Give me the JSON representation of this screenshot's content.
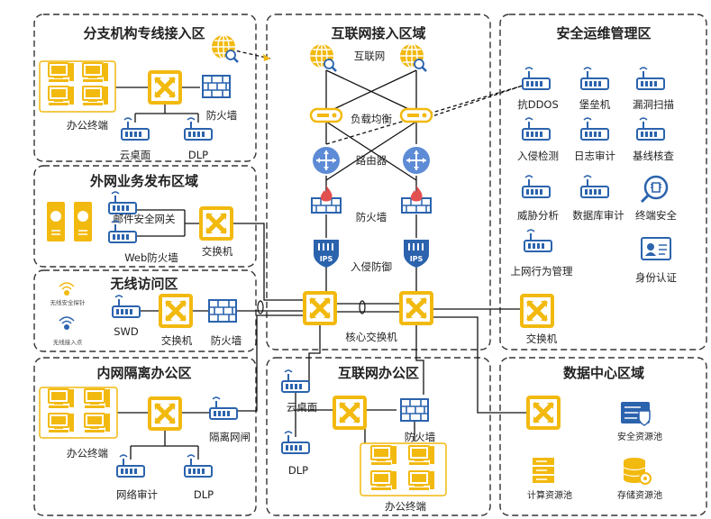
{
  "colors": {
    "yellow": "#f2b90f",
    "blue": "#2b63ad",
    "bg": "#ffffff",
    "border": "#333333"
  },
  "zones": {
    "branch": "分支机构专线接入区",
    "internet_access": "互联网接入区域",
    "security_ops": "安全运维管理区",
    "external_publish": "外网业务发布区域",
    "wireless": "无线访问区",
    "intranet_isolated": "内网隔离办公区",
    "internet_office": "互联网办公区",
    "datacenter": "数据中心区域"
  },
  "labels": {
    "office_terminal": "办公终端",
    "cloud_desktop": "云桌面",
    "dlp": "DLP",
    "firewall": "防火墙",
    "internet": "互联网",
    "load_balance": "负载均衡",
    "router": "路由器",
    "intrusion_defense": "入侵防御",
    "core_switch": "核心交换机",
    "mail_gateway": "邮件安全网关",
    "web_firewall": "Web防火墙",
    "switch": "交换机",
    "swd": "SWD",
    "isolation_gateway": "隔离网闸",
    "network_audit": "网络审计",
    "anti_ddos": "抗DDOS",
    "bastion": "堡垒机",
    "vuln_scan": "漏洞扫描",
    "intrusion_detect": "入侵检测",
    "log_audit": "日志审计",
    "baseline_check": "基线核查",
    "threat_analysis": "威胁分析",
    "db_audit": "数据库审计",
    "endpoint_security": "终端安全",
    "behavior_mgmt": "上网行为管理",
    "identity_auth": "身份认证",
    "security_pool": "安全资源池",
    "compute_pool": "计算资源池",
    "storage_pool": "存储资源池",
    "wireless_ap_tiny": "无线接入点",
    "wireless_alarm_tiny": "无线安全探针",
    "ips": "IPS"
  }
}
